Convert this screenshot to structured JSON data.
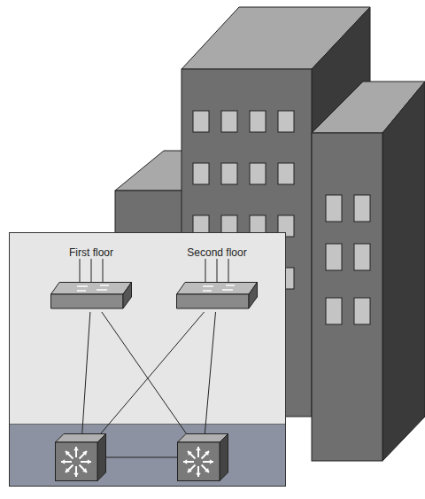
{
  "diagram": {
    "nodes": [
      {
        "text": [
          "First floor"
        ]
      },
      {
        "text": [
          "Second floor"
        ]
      },
      {
        "text": []
      },
      {
        "text": []
      }
    ],
    "edges": [
      {
        "from": 0,
        "to": 2,
        "arrow": "none"
      },
      {
        "from": 0,
        "to": 3,
        "arrow": "none"
      },
      {
        "from": 1,
        "to": 2,
        "arrow": "none"
      },
      {
        "from": 1,
        "to": 3,
        "arrow": "none"
      },
      {
        "from": 2,
        "to": 3,
        "arrow": "none"
      }
    ]
  }
}
